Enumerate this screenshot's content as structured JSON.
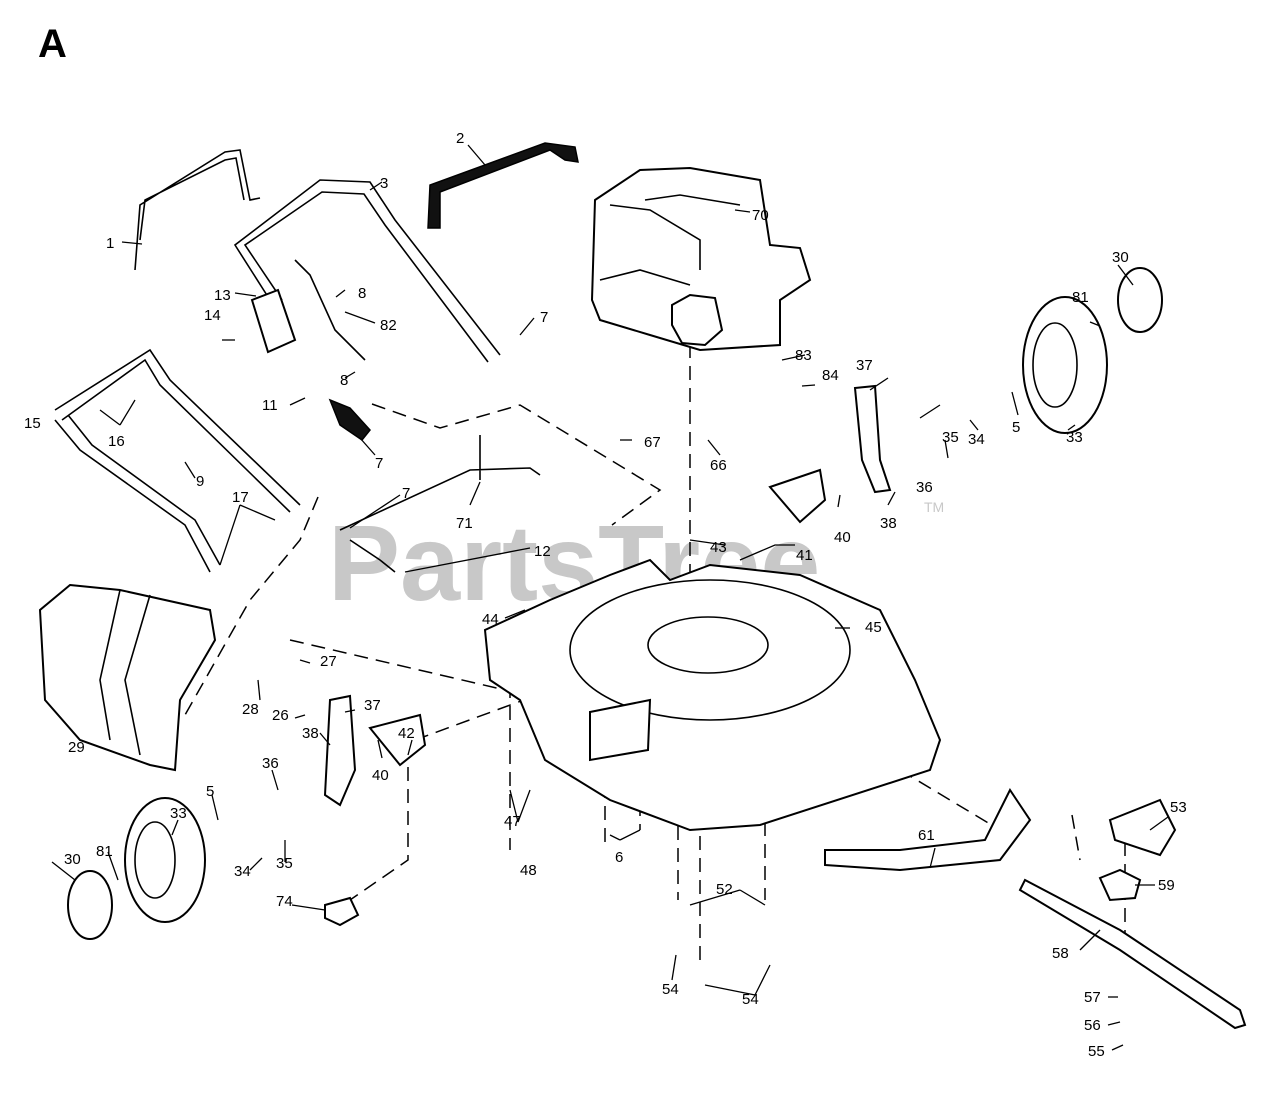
{
  "diagram": {
    "section_letter": "A",
    "watermark": "PartsTree",
    "watermark_tm": "TM",
    "callouts": {
      "c1": "1",
      "c2": "2",
      "c3": "3",
      "c5a": "5",
      "c5b": "5",
      "c6": "6",
      "c7a": "7",
      "c7b": "7",
      "c7c": "7",
      "c8a": "8",
      "c8b": "8",
      "c9": "9",
      "c11": "11",
      "c12": "12",
      "c13": "13",
      "c14": "14",
      "c15": "15",
      "c16": "16",
      "c17": "17",
      "c26": "26",
      "c27": "27",
      "c28": "28",
      "c29": "29",
      "c30a": "30",
      "c30b": "30",
      "c33a": "33",
      "c33b": "33",
      "c34a": "34",
      "c34b": "34",
      "c35a": "35",
      "c35b": "35",
      "c36a": "36",
      "c36b": "36",
      "c37a": "37",
      "c37b": "37",
      "c38a": "38",
      "c38b": "38",
      "c40a": "40",
      "c40b": "40",
      "c41": "41",
      "c42": "42",
      "c43": "43",
      "c44": "44",
      "c45": "45",
      "c47": "47",
      "c48": "48",
      "c52": "52",
      "c53": "53",
      "c54a": "54",
      "c54b": "54",
      "c55": "55",
      "c56": "56",
      "c57": "57",
      "c58": "58",
      "c59": "59",
      "c61": "61",
      "c66": "66",
      "c67": "67",
      "c70": "70",
      "c71": "71",
      "c74": "74",
      "c81a": "81",
      "c81b": "81",
      "c82": "82",
      "c83": "83",
      "c84": "84"
    }
  }
}
